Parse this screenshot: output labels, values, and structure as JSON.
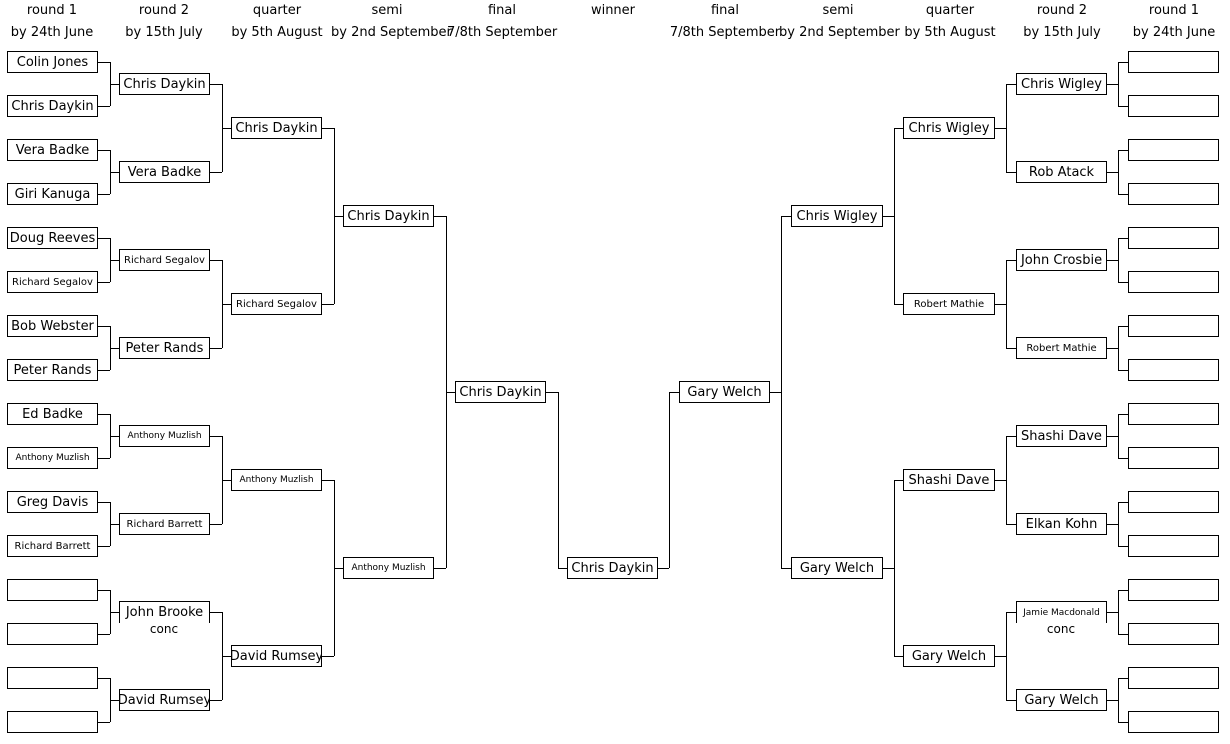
{
  "headers": {
    "left": [
      {
        "title": "round 1",
        "date": "by 24th June"
      },
      {
        "title": "round 2",
        "date": "by 15th July"
      },
      {
        "title": "quarter",
        "date": "by 5th August"
      },
      {
        "title": "semi",
        "date": "by 2nd September"
      },
      {
        "title": "final",
        "date": "7/8th September"
      }
    ],
    "winner": "winner",
    "right": [
      {
        "title": "final",
        "date": "7/8th September"
      },
      {
        "title": "semi",
        "date": "by 2nd September"
      },
      {
        "title": "quarter",
        "date": "by 5th August"
      },
      {
        "title": "round 2",
        "date": "by 15th July"
      },
      {
        "title": "round 1",
        "date": "by 24th June"
      }
    ]
  },
  "left": {
    "round1": [
      "Colin Jones",
      "Chris Daykin",
      "Vera Badke",
      "Giri Kanuga",
      "Doug Reeves",
      "Richard Segalov",
      "Bob Webster",
      "Peter Rands",
      "Ed Badke",
      "Anthony Muzlish",
      "Greg Davis",
      "Richard Barrett",
      "",
      "",
      "",
      ""
    ],
    "round2": [
      "Chris Daykin",
      "Vera Badke",
      "Richard Segalov",
      "Peter Rands",
      "Anthony Muzlish",
      "Richard Barrett",
      "John Brooke",
      "David Rumsey"
    ],
    "round2_note": "conc",
    "quarter": [
      "Chris Daykin",
      "Richard Segalov",
      "Anthony Muzlish",
      "David Rumsey"
    ],
    "semi": [
      "Chris Daykin",
      "Anthony Muzlish"
    ],
    "final": "Chris Daykin"
  },
  "winner_name": "Chris Daykin",
  "right": {
    "final": "Gary Welch",
    "semi": [
      "Chris Wigley",
      "Gary Welch"
    ],
    "quarter": [
      "Chris Wigley",
      "Robert Mathie",
      "Shashi Dave",
      "Gary Welch"
    ],
    "round2": [
      "Chris Wigley",
      "Rob Atack",
      "John Crosbie",
      "Robert Mathie",
      "Shashi Dave",
      "Elkan Kohn",
      "Jamie Macdonald",
      "Gary Welch"
    ],
    "round2_note": "conc",
    "round1": [
      "",
      "",
      "",
      "",
      "",
      "",
      "",
      "",
      "",
      "",
      "",
      "",
      "",
      "",
      "",
      ""
    ]
  }
}
